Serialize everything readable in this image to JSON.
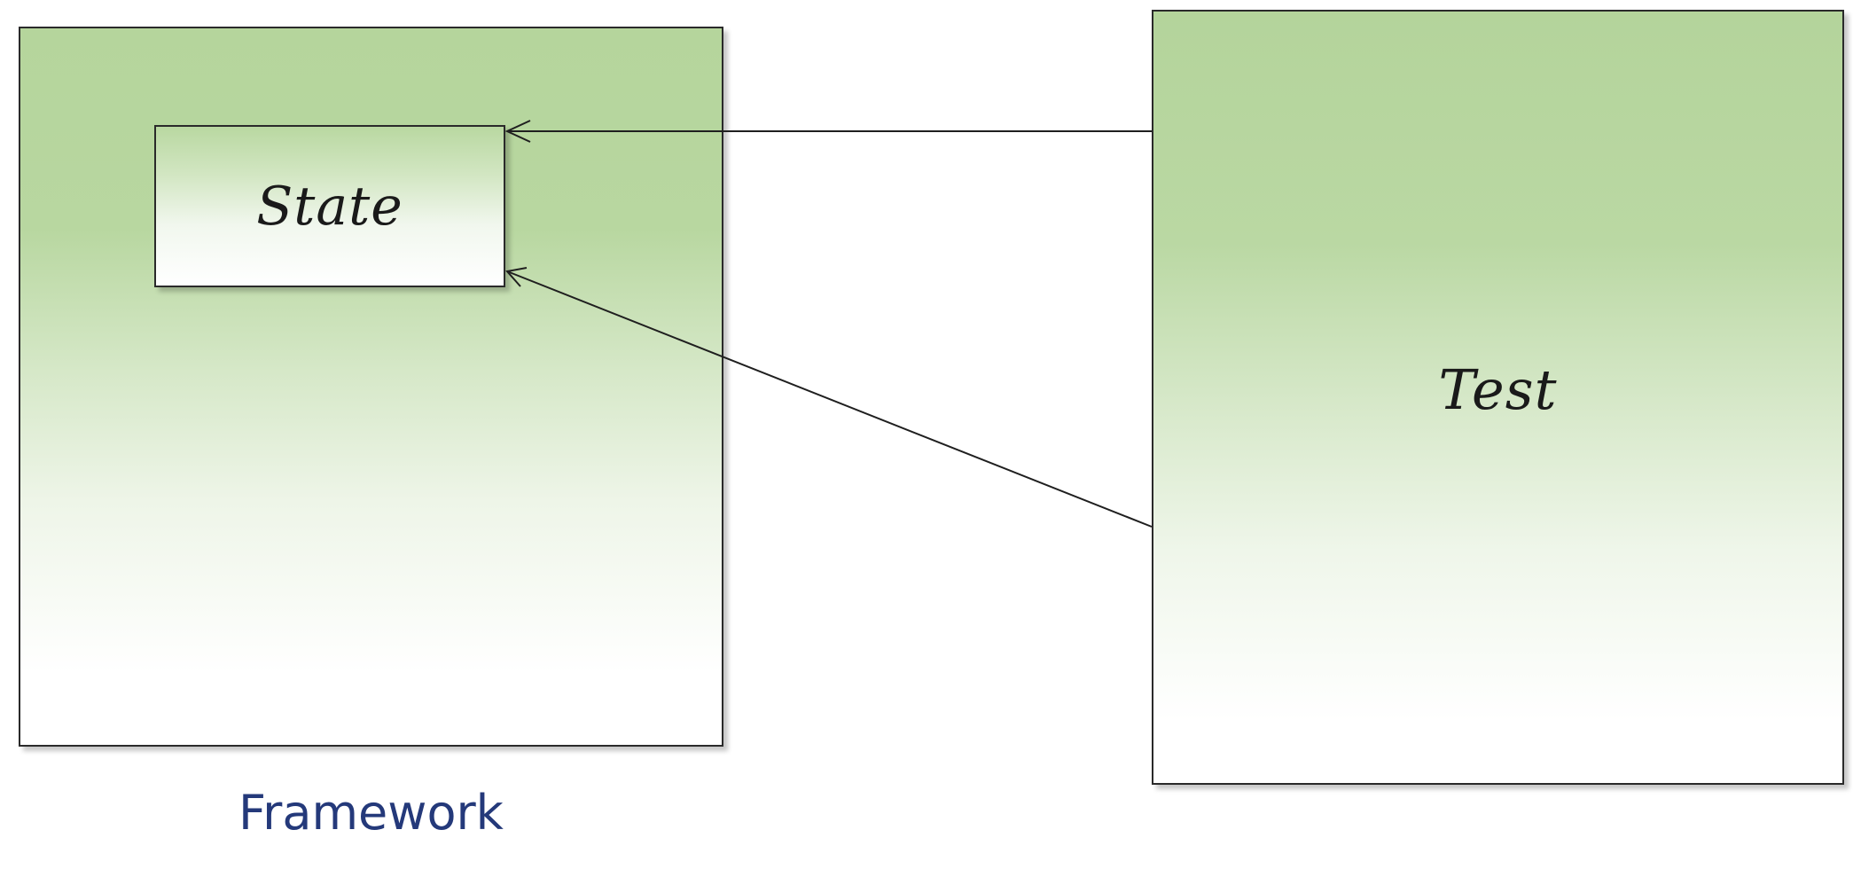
{
  "diagram": {
    "framework": {
      "caption": "Framework",
      "state": {
        "label": "State"
      }
    },
    "test": {
      "label": "Test"
    },
    "connectors": [
      {
        "from": "Test",
        "to": "State",
        "style": "open-arrow"
      },
      {
        "from": "Test",
        "to": "State",
        "style": "open-arrow"
      }
    ],
    "colors": {
      "box_fill_top": "#b5d59c",
      "box_fill_bottom": "#ffffff",
      "border": "#2a2a2a",
      "caption": "#24397a",
      "text": "#1a1a1a"
    }
  }
}
